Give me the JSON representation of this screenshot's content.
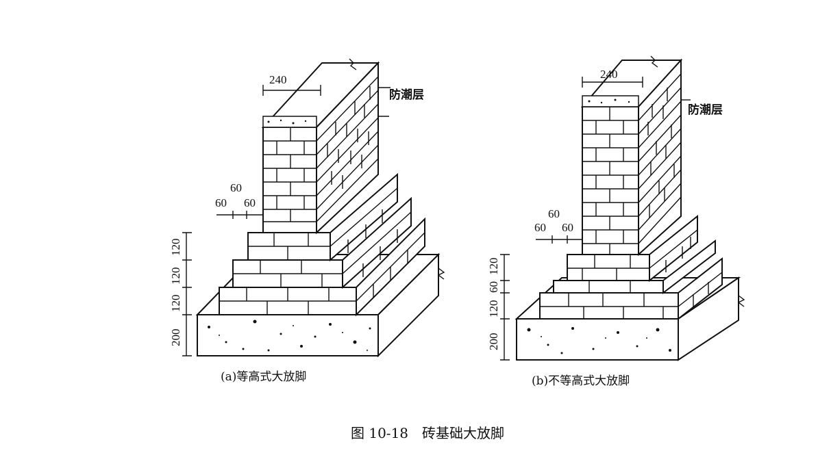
{
  "figure_caption": "图 10-18　砖基础大放脚",
  "panel_a": {
    "caption": "(a)等高式大放脚",
    "damp_proof_label": "防潮层",
    "wall_width": "240",
    "step_labels": [
      "60",
      "60",
      "60"
    ],
    "vertical_dims": [
      "120",
      "120",
      "120",
      "200"
    ]
  },
  "panel_b": {
    "caption": "(b)不等高式大放脚",
    "damp_proof_label": "防潮层",
    "wall_width": "240",
    "step_labels": [
      "60",
      "60",
      "60"
    ],
    "vertical_dims": [
      "120",
      "60",
      "120",
      "200"
    ]
  }
}
